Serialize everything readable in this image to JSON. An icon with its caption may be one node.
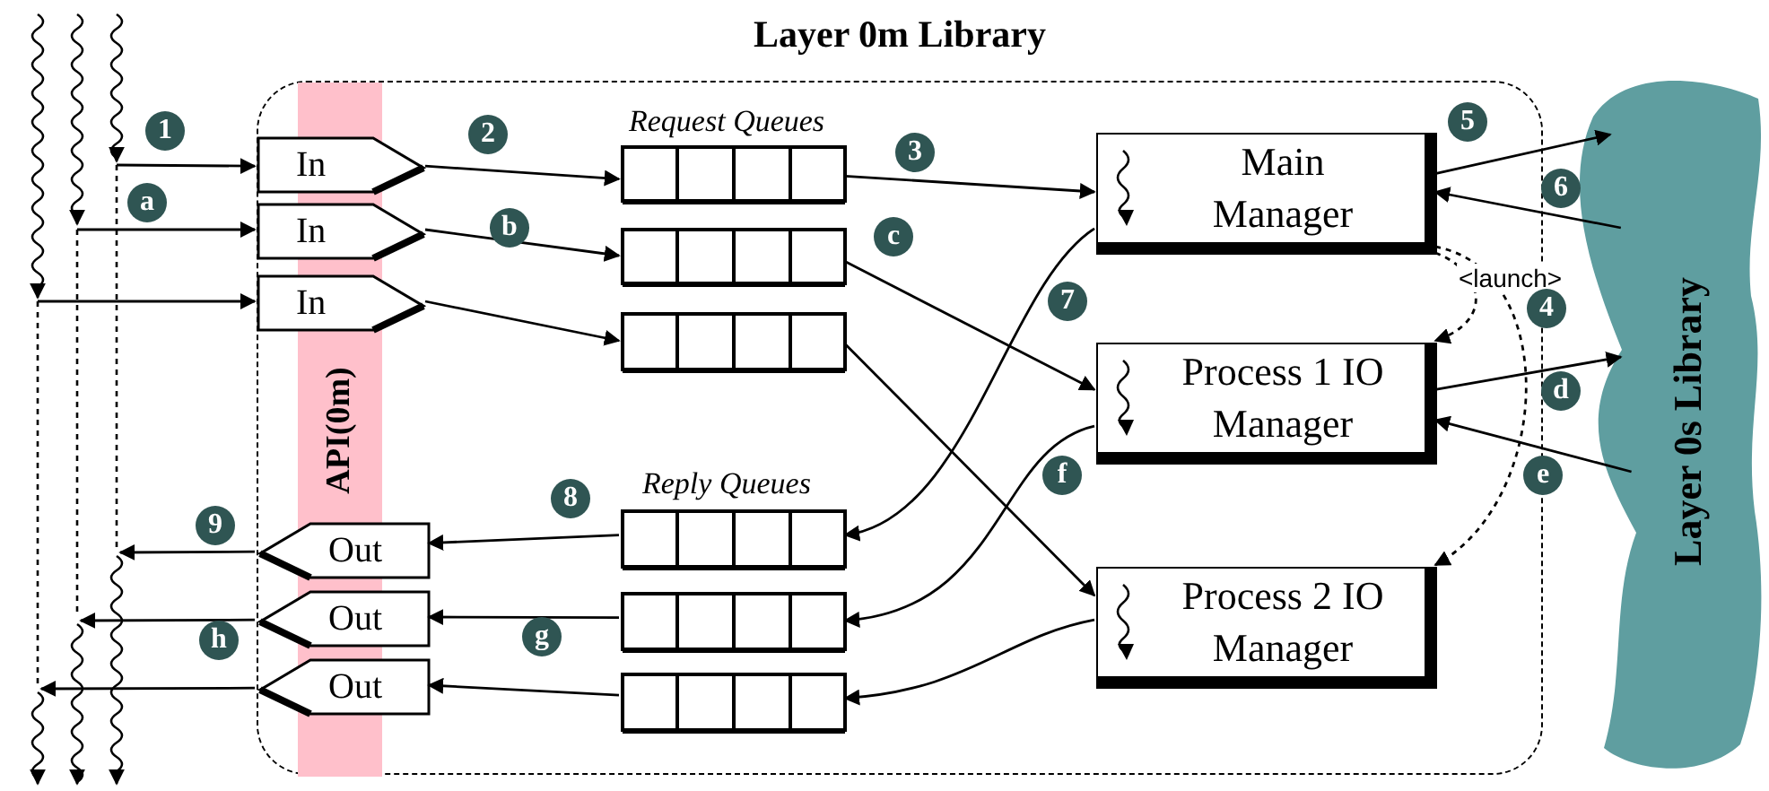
{
  "diagram": {
    "nodes": [
      {
        "text": [
          "Layer 0m Library"
        ]
      },
      {
        "text": [
          "API(0m)"
        ],
        "in": 0
      },
      {
        "text": [
          "In"
        ],
        "in": 0
      },
      {
        "text": [
          "In"
        ],
        "in": 0
      },
      {
        "text": [
          "In"
        ],
        "in": 0
      },
      {
        "text": [],
        "shape": "box",
        "in": 0
      },
      {
        "text": [],
        "shape": "box",
        "in": 0
      },
      {
        "text": [],
        "shape": "box",
        "in": 0
      },
      {
        "text": [
          "Main Manager"
        ],
        "in": 0
      },
      {
        "text": [
          "Process 1 IO Manager"
        ],
        "in": 0
      },
      {
        "text": [
          "Process 2 IO Manager"
        ],
        "in": 0
      },
      {
        "text": [],
        "shape": "box",
        "in": 0
      },
      {
        "text": [],
        "shape": "box",
        "in": 0
      },
      {
        "text": [],
        "shape": "box",
        "in": 0
      },
      {
        "text": [
          "Out"
        ],
        "in": 0
      },
      {
        "text": [
          "Out"
        ],
        "in": 0
      },
      {
        "text": [
          "Out"
        ],
        "in": 0
      },
      {
        "text": [
          "Layer 0s Library"
        ]
      }
    ],
    "edges": [
      {
        "from": null,
        "to": 2,
        "arrow": "to",
        "label": "1"
      },
      {
        "from": 2,
        "to": 5,
        "arrow": "to",
        "label": "2"
      },
      {
        "from": 5,
        "to": 8,
        "arrow": "to",
        "label": "3"
      },
      {
        "from": 8,
        "to": 17,
        "arrow": "to",
        "label": "5"
      },
      {
        "from": 17,
        "to": 8,
        "arrow": "to",
        "label": "6"
      },
      {
        "from": 8,
        "to": 11,
        "arrow": "to",
        "label": "7"
      },
      {
        "from": 11,
        "to": 14,
        "arrow": "to",
        "label": "8"
      },
      {
        "from": 14,
        "to": null,
        "arrow": "to",
        "label": "9"
      },
      {
        "from": null,
        "to": 3,
        "arrow": "to",
        "label": "a"
      },
      {
        "from": 3,
        "to": 6,
        "arrow": "to",
        "label": "b"
      },
      {
        "from": 6,
        "to": 9,
        "arrow": "to",
        "label": "c"
      },
      {
        "from": 9,
        "to": 17,
        "arrow": "to",
        "label": "d"
      },
      {
        "from": 17,
        "to": 9,
        "arrow": "to",
        "label": "e"
      },
      {
        "from": 9,
        "to": 12,
        "arrow": "to",
        "label": "f"
      },
      {
        "from": 12,
        "to": 15,
        "arrow": "to",
        "label": "g"
      },
      {
        "from": 15,
        "to": null,
        "arrow": "to",
        "label": "h"
      },
      {
        "from": null,
        "to": 4,
        "arrow": "to"
      },
      {
        "from": 4,
        "to": 7,
        "arrow": "to"
      },
      {
        "from": 7,
        "to": 10,
        "arrow": "to"
      },
      {
        "from": 10,
        "to": 13,
        "arrow": "to"
      },
      {
        "from": 13,
        "to": 16,
        "arrow": "to"
      },
      {
        "from": 16,
        "to": null,
        "arrow": "to"
      },
      {
        "from": 8,
        "to": 9,
        "arrow": "to",
        "style": "dashed",
        "label": "<launch>"
      },
      {
        "from": 8,
        "to": 10,
        "arrow": "to",
        "style": "dashed"
      }
    ],
    "labels": [
      "Request Queues",
      "Reply Queues",
      "4"
    ]
  }
}
